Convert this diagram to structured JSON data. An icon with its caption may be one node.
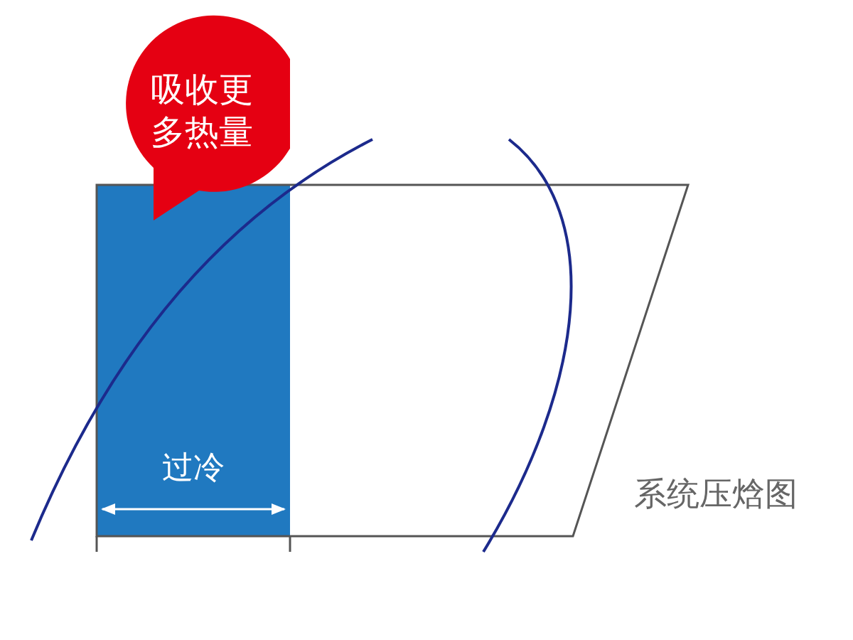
{
  "diagram": {
    "nodes": [
      {
        "text": [
          "吸收更多热量"
        ]
      },
      {
        "text": [
          "过冷"
        ]
      }
    ],
    "edges": [],
    "labels": [
      "系统压焓图"
    ]
  }
}
